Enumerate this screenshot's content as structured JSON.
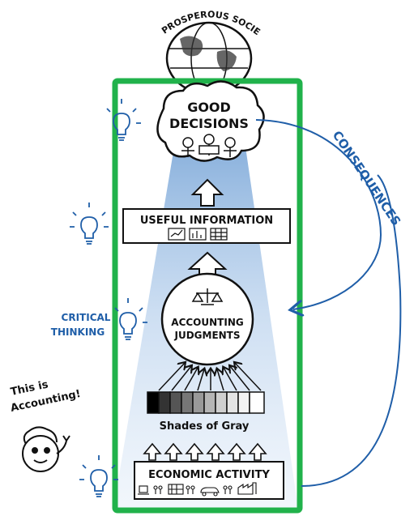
{
  "globe_label": "PROSPEROUS SOCIETY",
  "good_decisions": [
    "GOOD",
    "DECISIONS"
  ],
  "useful_information": "USEFUL INFORMATION",
  "accounting_judgments": [
    "ACCOUNTING",
    "JUDGMENTS"
  ],
  "shades_of_gray": "Shades of Gray",
  "economic_activity": "ECONOMIC ACTIVITY",
  "consequences": "CONSEQUENCES",
  "critical_thinking": [
    "CRITICAL",
    "THINKING"
  ],
  "this_is_accounting": [
    "This is",
    "Accounting!"
  ],
  "colors": {
    "frame": "#21b24b",
    "blue": "#1f5ea8",
    "beam": "#4a86c8"
  },
  "icons": [
    "globe-icon",
    "lightbulb-icon",
    "chart-icon",
    "balance-scale-icon",
    "people-icon",
    "factory-icon"
  ]
}
